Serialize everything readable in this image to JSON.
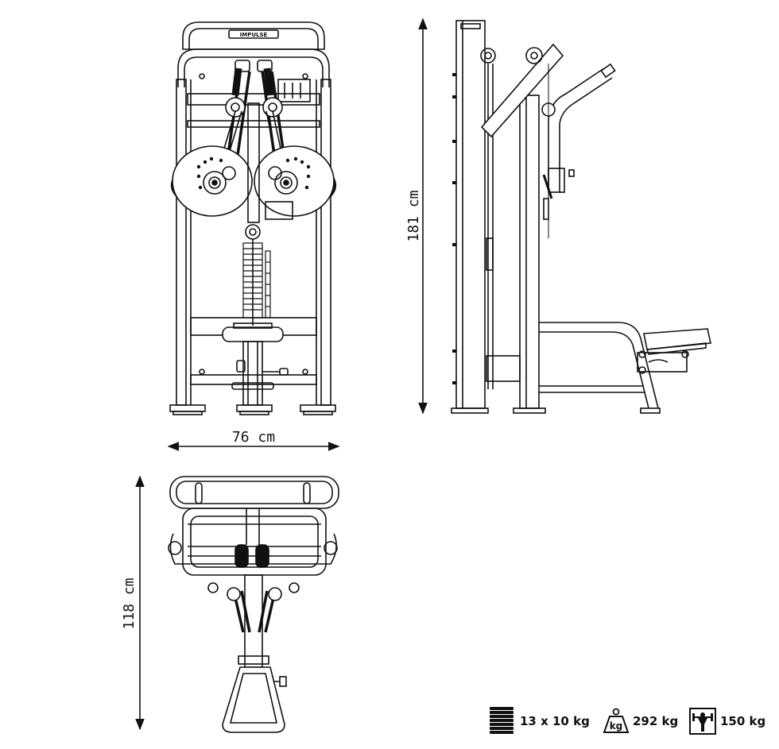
{
  "dimensions": {
    "width": "76 cm",
    "height": "181 cm",
    "depth": "118 cm"
  },
  "brand_plate": "IMPULSE",
  "specs": {
    "weight_stack": {
      "icon": "weight-stack-icon",
      "label": "13 x 10 kg"
    },
    "machine_weight": {
      "icon": "kg-weight-icon",
      "icon_text": "kg",
      "label": "292 kg"
    },
    "max_user_weight": {
      "icon": "max-user-icon",
      "label": "150 kg"
    }
  },
  "colors": {
    "line": "#111111",
    "background": "#ffffff"
  }
}
